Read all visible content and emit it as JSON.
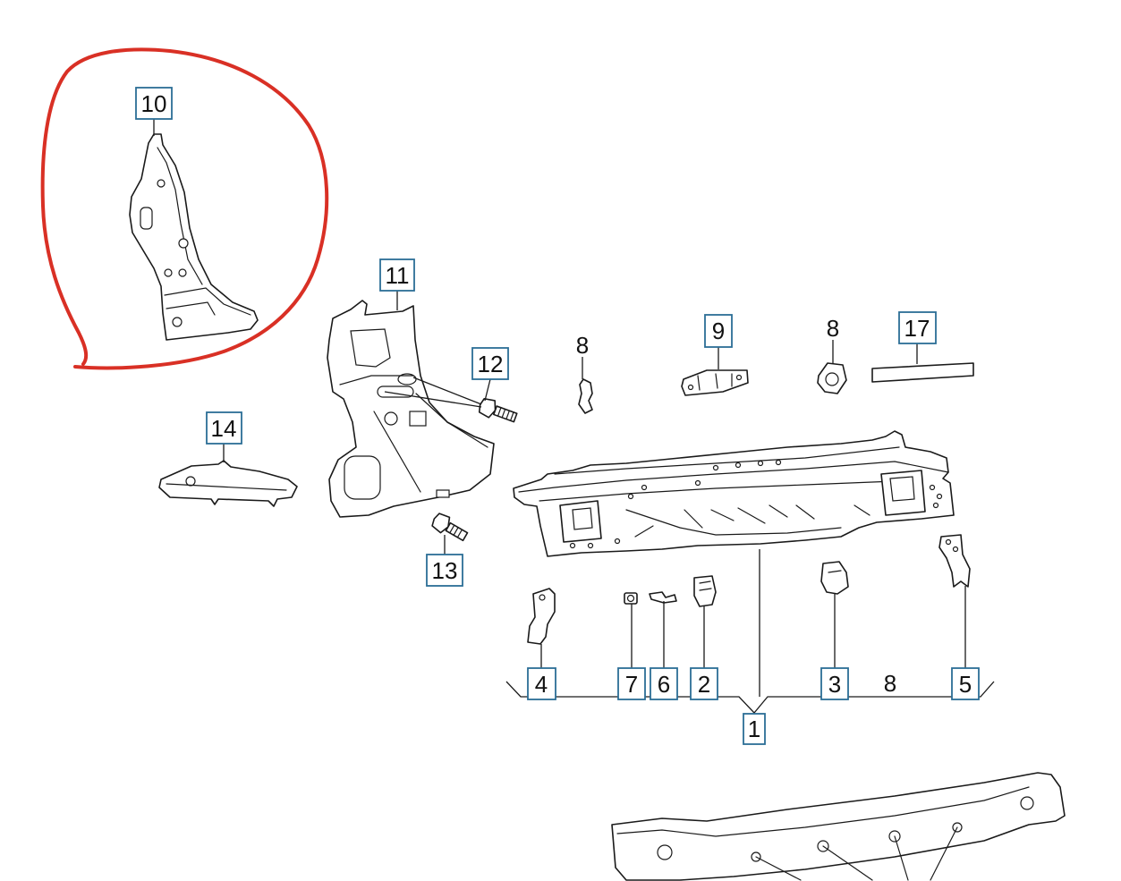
{
  "colors": {
    "box_stroke": "#2b6e96",
    "line": "#1a1a1a",
    "highlight": "#d93025"
  },
  "callouts": [
    {
      "label": "10"
    },
    {
      "label": "11"
    },
    {
      "label": "12"
    },
    {
      "label": "13"
    },
    {
      "label": "14"
    },
    {
      "label": "9"
    },
    {
      "label": "17"
    },
    {
      "label": "4"
    },
    {
      "label": "7"
    },
    {
      "label": "6"
    },
    {
      "label": "2"
    },
    {
      "label": "3"
    },
    {
      "label": "5"
    },
    {
      "label": "1"
    }
  ],
  "plain_labels": [
    {
      "label": "8"
    },
    {
      "label": "8"
    },
    {
      "label": "8"
    }
  ]
}
